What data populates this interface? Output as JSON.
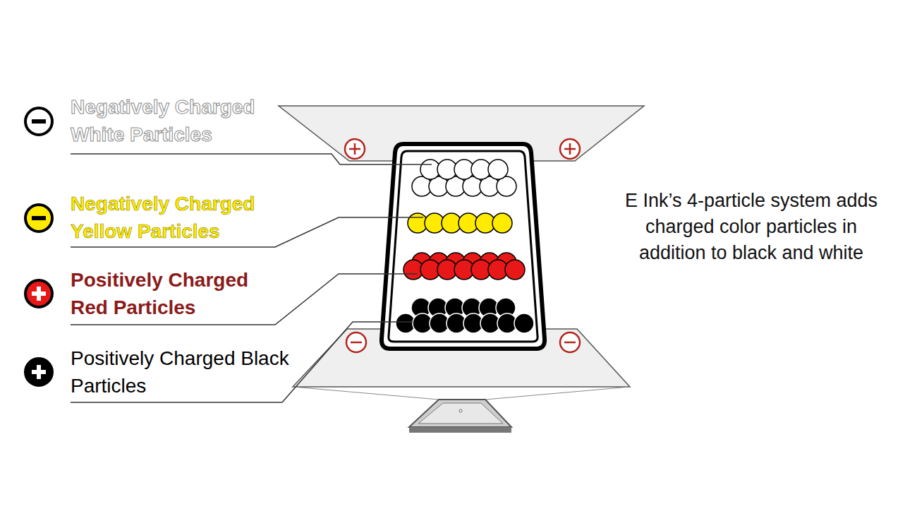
{
  "diagram": {
    "labels": [
      "Negatively Charged White Particles",
      "Negatively Charged Yellow Particles",
      "Positively Charged Red Particles",
      "Positively Charged Black Particles",
      "E Ink’s 4-particle system adds charged color particles in addition to black and white"
    ]
  }
}
